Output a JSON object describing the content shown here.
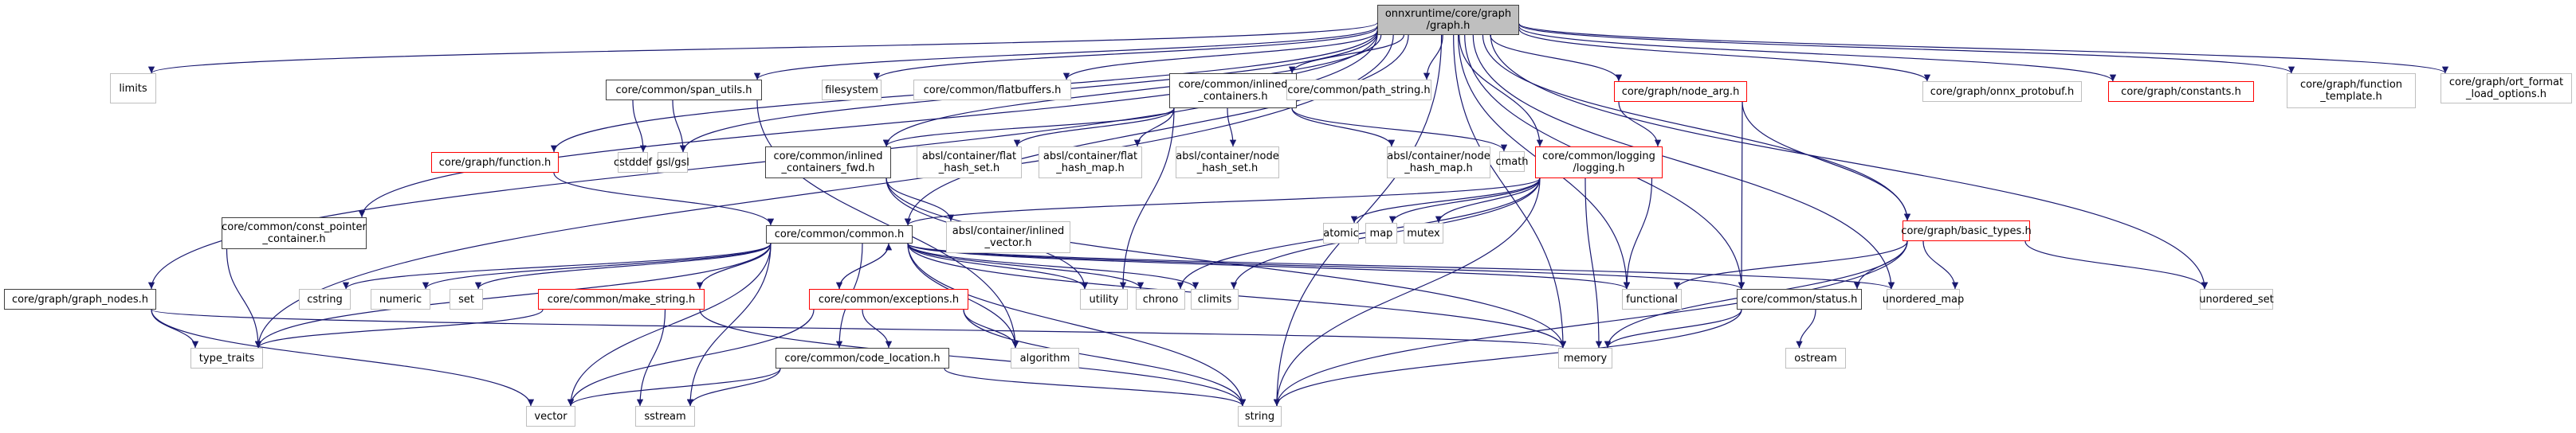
{
  "diagram": {
    "title": "onnxruntime/core/graph/graph.h include dependency graph",
    "edge_color": "#191970",
    "legend_colors": {
      "root_fill": "#bfbfbf",
      "documented_border": "#404040",
      "truncated_border": "#ff0000",
      "external_border": "#bfbfbf"
    },
    "nodes": [
      {
        "id": "root",
        "label": "onnxruntime/core/graph\n/graph.h",
        "kind": "root"
      },
      {
        "id": "limits",
        "label": "limits",
        "kind": "ext"
      },
      {
        "id": "span_utils",
        "label": "core/common/span_utils.h",
        "kind": "doc"
      },
      {
        "id": "filesystem",
        "label": "filesystem",
        "kind": "ext"
      },
      {
        "id": "flatbuffers",
        "label": "core/common/flatbuffers.h",
        "kind": "ext"
      },
      {
        "id": "inlined_containers",
        "label": "core/common/inlined\n_containers.h",
        "kind": "doc"
      },
      {
        "id": "path_string",
        "label": "core/common/path_string.h",
        "kind": "ext"
      },
      {
        "id": "node_arg",
        "label": "core/graph/node_arg.h",
        "kind": "red"
      },
      {
        "id": "onnx_protobuf",
        "label": "core/graph/onnx_protobuf.h",
        "kind": "ext"
      },
      {
        "id": "constants",
        "label": "core/graph/constants.h",
        "kind": "red"
      },
      {
        "id": "function_template",
        "label": "core/graph/function\n_template.h",
        "kind": "ext"
      },
      {
        "id": "ort_format",
        "label": "core/graph/ort_format\n_load_options.h",
        "kind": "ext"
      },
      {
        "id": "function_h",
        "label": "core/graph/function.h",
        "kind": "red"
      },
      {
        "id": "cstddef",
        "label": "cstddef",
        "kind": "ext"
      },
      {
        "id": "gsl",
        "label": "gsl/gsl",
        "kind": "ext"
      },
      {
        "id": "inlined_fwd",
        "label": "core/common/inlined\n_containers_fwd.h",
        "kind": "doc"
      },
      {
        "id": "flat_hash_set",
        "label": "absl/container/flat\n_hash_set.h",
        "kind": "ext"
      },
      {
        "id": "flat_hash_map",
        "label": "absl/container/flat\n_hash_map.h",
        "kind": "ext"
      },
      {
        "id": "node_hash_set",
        "label": "absl/container/node\n_hash_set.h",
        "kind": "ext"
      },
      {
        "id": "node_hash_map",
        "label": "absl/container/node\n_hash_map.h",
        "kind": "ext"
      },
      {
        "id": "cmath",
        "label": "cmath",
        "kind": "ext"
      },
      {
        "id": "logging",
        "label": "core/common/logging\n/logging.h",
        "kind": "red"
      },
      {
        "id": "const_pointer",
        "label": "core/common/const_pointer\n_container.h",
        "kind": "doc"
      },
      {
        "id": "common",
        "label": "core/common/common.h",
        "kind": "doc"
      },
      {
        "id": "inlined_vector",
        "label": "absl/container/inlined\n_vector.h",
        "kind": "ext"
      },
      {
        "id": "atomic",
        "label": "atomic",
        "kind": "ext"
      },
      {
        "id": "map",
        "label": "map",
        "kind": "ext"
      },
      {
        "id": "mutex",
        "label": "mutex",
        "kind": "ext"
      },
      {
        "id": "basic_types",
        "label": "core/graph/basic_types.h",
        "kind": "red"
      },
      {
        "id": "graph_nodes",
        "label": "core/graph/graph_nodes.h",
        "kind": "doc"
      },
      {
        "id": "cstring",
        "label": "cstring",
        "kind": "ext"
      },
      {
        "id": "numeric",
        "label": "numeric",
        "kind": "ext"
      },
      {
        "id": "set",
        "label": "set",
        "kind": "ext"
      },
      {
        "id": "make_string",
        "label": "core/common/make_string.h",
        "kind": "red"
      },
      {
        "id": "exceptions",
        "label": "core/common/exceptions.h",
        "kind": "red"
      },
      {
        "id": "utility",
        "label": "utility",
        "kind": "ext"
      },
      {
        "id": "chrono",
        "label": "chrono",
        "kind": "ext"
      },
      {
        "id": "climits",
        "label": "climits",
        "kind": "ext"
      },
      {
        "id": "functional",
        "label": "functional",
        "kind": "ext"
      },
      {
        "id": "status",
        "label": "core/common/status.h",
        "kind": "doc"
      },
      {
        "id": "unordered_map",
        "label": "unordered_map",
        "kind": "ext"
      },
      {
        "id": "unordered_set",
        "label": "unordered_set",
        "kind": "ext"
      },
      {
        "id": "type_traits",
        "label": "type_traits",
        "kind": "ext"
      },
      {
        "id": "code_location",
        "label": "core/common/code_location.h",
        "kind": "doc"
      },
      {
        "id": "algorithm",
        "label": "algorithm",
        "kind": "ext"
      },
      {
        "id": "memory",
        "label": "memory",
        "kind": "ext"
      },
      {
        "id": "ostream",
        "label": "ostream",
        "kind": "ext"
      },
      {
        "id": "vector",
        "label": "vector",
        "kind": "ext"
      },
      {
        "id": "sstream",
        "label": "sstream",
        "kind": "ext"
      },
      {
        "id": "string",
        "label": "string",
        "kind": "ext"
      }
    ],
    "edges": [
      [
        "root",
        "limits"
      ],
      [
        "root",
        "span_utils"
      ],
      [
        "root",
        "filesystem"
      ],
      [
        "root",
        "flatbuffers"
      ],
      [
        "root",
        "inlined_containers"
      ],
      [
        "root",
        "path_string"
      ],
      [
        "root",
        "node_arg"
      ],
      [
        "root",
        "onnx_protobuf"
      ],
      [
        "root",
        "constants"
      ],
      [
        "root",
        "function_template"
      ],
      [
        "root",
        "ort_format"
      ],
      [
        "root",
        "function_h"
      ],
      [
        "root",
        "gsl"
      ],
      [
        "root",
        "inlined_fwd"
      ],
      [
        "root",
        "logging"
      ],
      [
        "root",
        "const_pointer"
      ],
      [
        "root",
        "common"
      ],
      [
        "root",
        "basic_types"
      ],
      [
        "root",
        "graph_nodes"
      ],
      [
        "root",
        "type_traits"
      ],
      [
        "root",
        "functional"
      ],
      [
        "root",
        "status"
      ],
      [
        "root",
        "unordered_map"
      ],
      [
        "root",
        "unordered_set"
      ],
      [
        "root",
        "memory"
      ],
      [
        "root",
        "string"
      ],
      [
        "span_utils",
        "cstddef"
      ],
      [
        "span_utils",
        "gsl"
      ],
      [
        "span_utils",
        "algorithm"
      ],
      [
        "inlined_containers",
        "inlined_fwd"
      ],
      [
        "inlined_containers",
        "flat_hash_set"
      ],
      [
        "inlined_containers",
        "flat_hash_map"
      ],
      [
        "inlined_containers",
        "node_hash_set"
      ],
      [
        "inlined_containers",
        "node_hash_map"
      ],
      [
        "inlined_containers",
        "cmath"
      ],
      [
        "inlined_containers",
        "utility"
      ],
      [
        "inlined_fwd",
        "inlined_vector"
      ],
      [
        "inlined_fwd",
        "memory"
      ],
      [
        "inlined_fwd",
        "utility"
      ],
      [
        "node_arg",
        "logging"
      ],
      [
        "node_arg",
        "basic_types"
      ],
      [
        "node_arg",
        "status"
      ],
      [
        "function_h",
        "common"
      ],
      [
        "logging",
        "common"
      ],
      [
        "logging",
        "atomic"
      ],
      [
        "logging",
        "map"
      ],
      [
        "logging",
        "mutex"
      ],
      [
        "logging",
        "chrono"
      ],
      [
        "logging",
        "climits"
      ],
      [
        "logging",
        "memory"
      ],
      [
        "logging",
        "string"
      ],
      [
        "logging",
        "functional"
      ],
      [
        "const_pointer",
        "type_traits"
      ],
      [
        "graph_nodes",
        "type_traits"
      ],
      [
        "graph_nodes",
        "vector"
      ],
      [
        "graph_nodes",
        "memory"
      ],
      [
        "common",
        "cstring"
      ],
      [
        "common",
        "numeric"
      ],
      [
        "common",
        "set"
      ],
      [
        "common",
        "make_string"
      ],
      [
        "common",
        "exceptions"
      ],
      [
        "common",
        "code_location"
      ],
      [
        "common",
        "utility"
      ],
      [
        "common",
        "chrono"
      ],
      [
        "common",
        "climits"
      ],
      [
        "common",
        "functional"
      ],
      [
        "common",
        "status"
      ],
      [
        "common",
        "unordered_map"
      ],
      [
        "common",
        "algorithm"
      ],
      [
        "common",
        "memory"
      ],
      [
        "common",
        "vector"
      ],
      [
        "common",
        "sstream"
      ],
      [
        "common",
        "string"
      ],
      [
        "common",
        "type_traits"
      ],
      [
        "make_string",
        "type_traits"
      ],
      [
        "make_string",
        "sstream"
      ],
      [
        "make_string",
        "string"
      ],
      [
        "exceptions",
        "common"
      ],
      [
        "exceptions",
        "code_location"
      ],
      [
        "exceptions",
        "algorithm"
      ],
      [
        "exceptions",
        "vector"
      ],
      [
        "exceptions",
        "string"
      ],
      [
        "code_location",
        "vector"
      ],
      [
        "code_location",
        "sstream"
      ],
      [
        "code_location",
        "string"
      ],
      [
        "basic_types",
        "functional"
      ],
      [
        "basic_types",
        "status"
      ],
      [
        "basic_types",
        "unordered_map"
      ],
      [
        "basic_types",
        "unordered_set"
      ],
      [
        "basic_types",
        "memory"
      ],
      [
        "basic_types",
        "string"
      ],
      [
        "status",
        "memory"
      ],
      [
        "status",
        "ostream"
      ],
      [
        "status",
        "string"
      ]
    ]
  }
}
